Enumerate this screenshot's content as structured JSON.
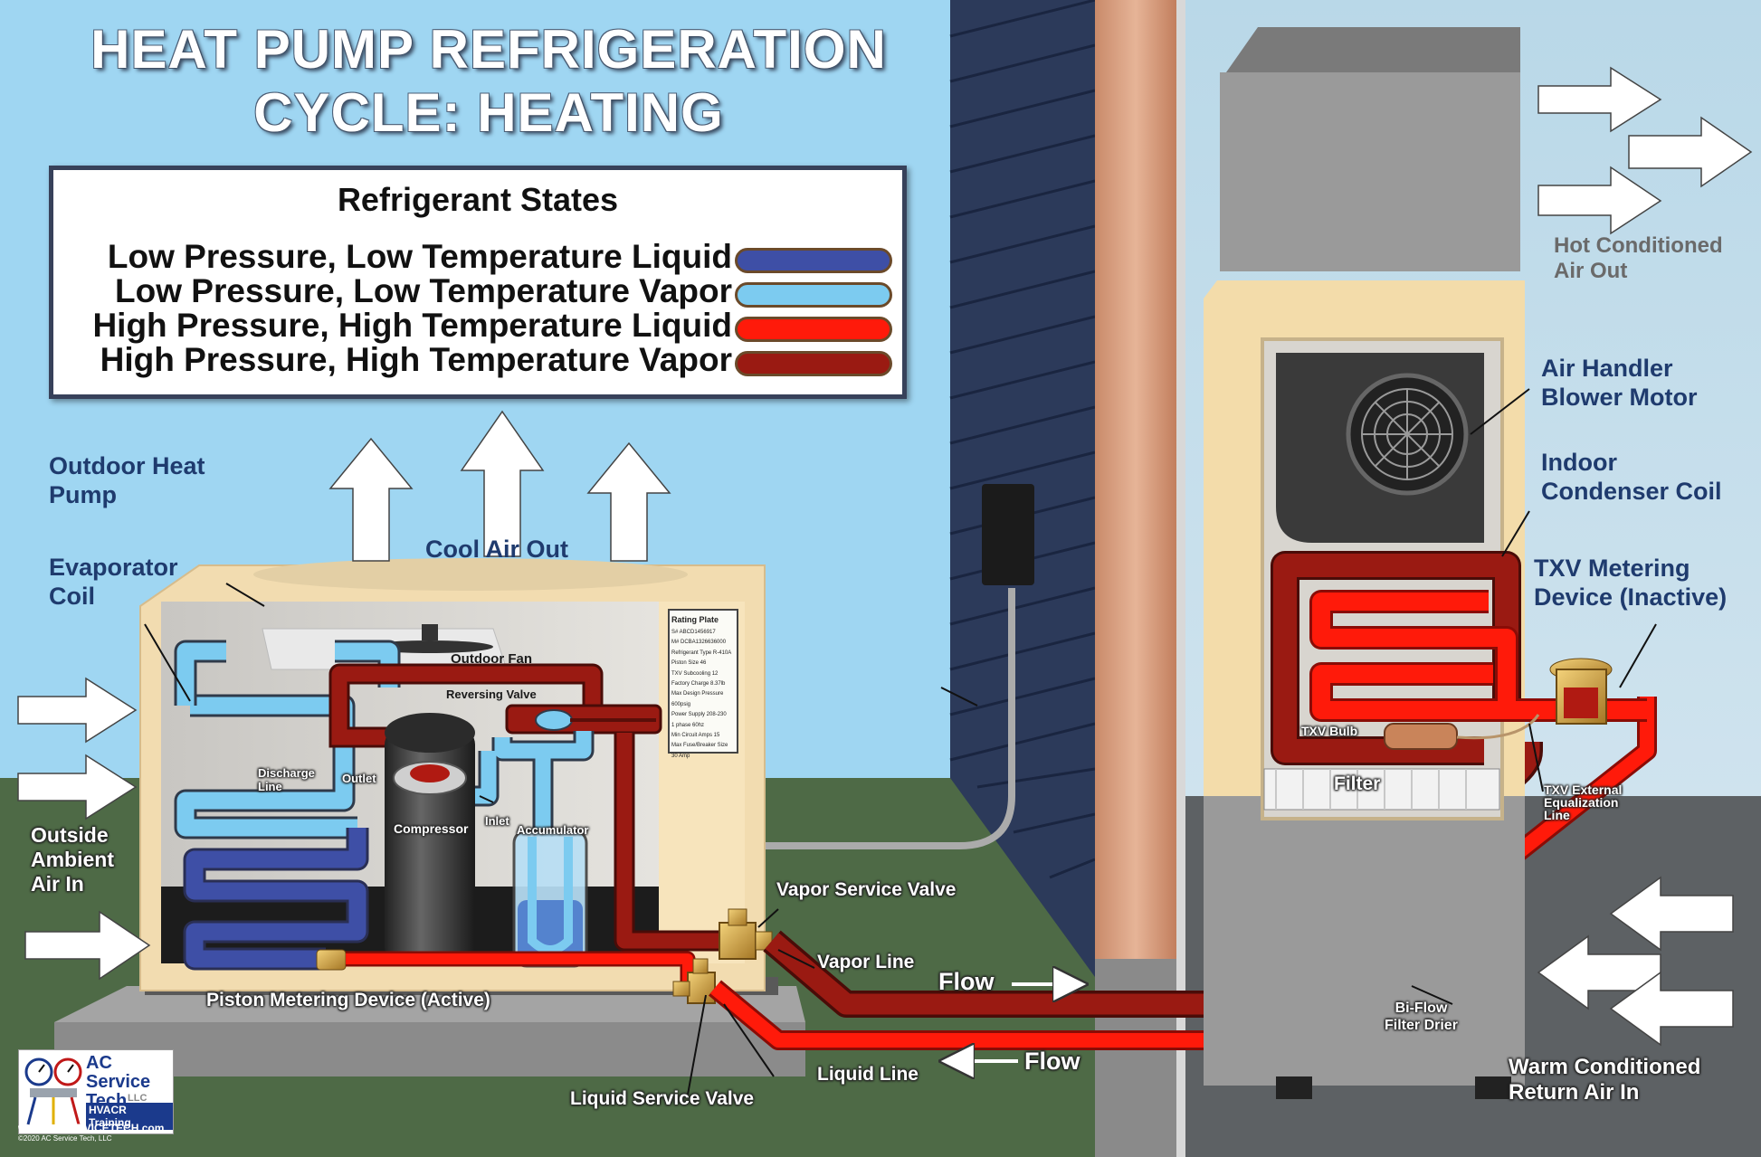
{
  "title": {
    "line1": "HEAT PUMP REFRIGERATION",
    "line2": "CYCLE: HEATING"
  },
  "legend": {
    "heading": "Refrigerant States",
    "items": [
      {
        "label": "Low Pressure, Low Temperature Liquid",
        "color": "#3e4fa6"
      },
      {
        "label": "Low Pressure, Low Temperature Vapor",
        "color": "#7ccbf0"
      },
      {
        "label": "High Pressure, High Temperature Liquid",
        "color": "#ff1a0a"
      },
      {
        "label": "High Pressure, High Temperature Vapor",
        "color": "#9a1a12"
      }
    ]
  },
  "outdoor_unit": {
    "unit_label": "Outdoor Heat\nPump",
    "coil_label": "Evaporator\nCoil",
    "air_out": "Cool Air Out",
    "fan": "Outdoor Fan",
    "reversing_valve": "Reversing Valve",
    "discharge_line": "Discharge\nLine",
    "outlet": "Outlet",
    "inlet": "Inlet",
    "compressor": "Compressor",
    "accumulator": "Accumulator",
    "metering_device": "Piston Metering Device (Active)",
    "air_in": "Outside\nAmbient\nAir In"
  },
  "rating_plate": {
    "heading": "Rating Plate",
    "lines": [
      "S# ABCD1456917",
      "M# DCBA1326636000",
      "Refrigerant Type R-410A",
      "Piston Size 46",
      "TXV Subcooling 12",
      "Factory Charge 8.37lb",
      "Max Design Pressure 600psig",
      "Power Supply 208-230",
      "1 phase 60hz",
      "Min Circuit Amps 15",
      "Max Fuse/Breaker Size 30 Amp"
    ]
  },
  "lines": {
    "vapor_service_valve": "Vapor Service Valve",
    "vapor_line": "Vapor Line",
    "liquid_line": "Liquid Line",
    "liquid_service_valve": "Liquid Service Valve",
    "flow_top": "Flow",
    "flow_bottom": "Flow",
    "filter_drier": "Bi-Flow\nFilter Drier"
  },
  "indoor_unit": {
    "air_out": "Hot Conditioned\nAir Out",
    "blower": "Air Handler\nBlower Motor",
    "coil": "Indoor\nCondenser Coil",
    "txv": "TXV Metering\nDevice (Inactive)",
    "txv_bulb": "TXV Bulb",
    "filter": "Filter",
    "txv_equalization": "TXV External\nEqualization\nLine",
    "return_air": "Warm Conditioned\nReturn Air In"
  },
  "branding": {
    "name": "AC\nService\nTech",
    "llc": "LLC",
    "tagline": "HVACR Training",
    "url": "www.ACSERVICETECH.com",
    "copyright": "©2020 AC Service Tech, LLC"
  }
}
